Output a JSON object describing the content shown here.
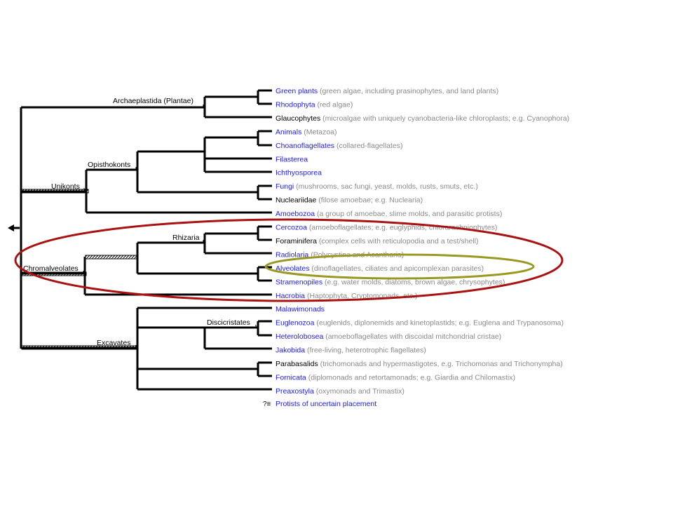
{
  "taxa": [
    {
      "id": "green-plants",
      "name": "Green plants",
      "desc": "(green algae, including prasinophytes, and land plants)",
      "linked": true
    },
    {
      "id": "rhodophyta",
      "name": "Rhodophyta",
      "desc": "(red algae)",
      "linked": true
    },
    {
      "id": "glaucophytes",
      "name": "Glaucophytes",
      "desc": "(microalgae with uniquely cyanobacteria-like chloroplasts; e.g. Cyanophora)",
      "linked": false
    },
    {
      "id": "animals",
      "name": "Animals",
      "desc": "(Metazoa)",
      "linked": true
    },
    {
      "id": "choanoflagellates",
      "name": "Choanoflagellates",
      "desc": "(collared-flagellates)",
      "linked": true
    },
    {
      "id": "filasterea",
      "name": "Filasterea",
      "desc": "",
      "linked": true
    },
    {
      "id": "ichthyosporea",
      "name": "Ichthyosporea",
      "desc": "",
      "linked": true
    },
    {
      "id": "fungi",
      "name": "Fungi",
      "desc": "(mushrooms, sac fungi, yeast, molds, rusts, smuts, etc.)",
      "linked": true
    },
    {
      "id": "nucleariidae",
      "name": "Nucleariidae",
      "desc": "(filose amoebae; e.g. Nuclearia)",
      "linked": false
    },
    {
      "id": "amoebozoa",
      "name": "Amoebozoa",
      "desc": "(a group of amoebae, slime molds, and parasitic protists)",
      "linked": true
    },
    {
      "id": "cercozoa",
      "name": "Cercozoa",
      "desc": "(amoeboflagellates; e.g. euglyphids, chlorarachniophytes)",
      "linked": true
    },
    {
      "id": "foraminifera",
      "name": "Foraminifera",
      "desc": "(complex cells with reticulopodia and a test/shell)",
      "linked": false
    },
    {
      "id": "radiolaria",
      "name": "Radiolaria",
      "desc": "(Polycystina and Acantharia)",
      "linked": true
    },
    {
      "id": "alveolates",
      "name": "Alveolates",
      "desc": "(dinoflagellates, ciliates and apicomplexan parasites)",
      "linked": true
    },
    {
      "id": "stramenopiles",
      "name": "Stramenopiles",
      "desc": "(e.g. water molds, diatoms, brown algae, chrysophytes)",
      "linked": true
    },
    {
      "id": "hacrobia",
      "name": "Hacrobia",
      "desc": "(Haptophyta, Cryptomonads, etc.)",
      "linked": true
    },
    {
      "id": "malawimonads",
      "name": "Malawimonads",
      "desc": "",
      "linked": true
    },
    {
      "id": "euglenozoa",
      "name": "Euglenozoa",
      "desc": "(euglenids, diplonemids and kinetoplastids; e.g. Euglena and Trypanosoma)",
      "linked": true
    },
    {
      "id": "heterolobosea",
      "name": "Heterolobosea",
      "desc": "(amoeboflagellates with discoidal mitchondrial cristae)",
      "linked": true
    },
    {
      "id": "jakobida",
      "name": "Jakobida",
      "desc": "(free-living, heterotrophic flagellates)",
      "linked": true
    },
    {
      "id": "parabasalids",
      "name": "Parabasalids",
      "desc": "(trichomonads and hypermastigotes, e.g. Trichomonas and Trichonympha)",
      "linked": false
    },
    {
      "id": "fornicata",
      "name": "Fornicata",
      "desc": "(diplomonads and retortamonads; e.g. Giardia and Chilomastix)",
      "linked": true
    },
    {
      "id": "preaxostyla",
      "name": "Preaxostyla",
      "desc": "(oxymonads and Trimastix)",
      "linked": true
    }
  ],
  "uncertain": {
    "marker": "?≡",
    "label": "Protists of uncertain placement"
  },
  "clades": {
    "archaeplastida": "Archaeplastida (Plantae)",
    "unikonts": "Unikonts",
    "opisthokonts": "Opisthokonts",
    "rhizaria": "Rhizaria",
    "chromalveolates": "Chromalveolates",
    "excavates": "Excavates",
    "discicristates": "Discicristates"
  },
  "colors": {
    "linked_name": "#1a1aff",
    "unlinked_name": "#000000",
    "description": "#8a8a8a",
    "branch": "#000000",
    "highlight_large": "#aa1111",
    "highlight_small": "#999922"
  }
}
